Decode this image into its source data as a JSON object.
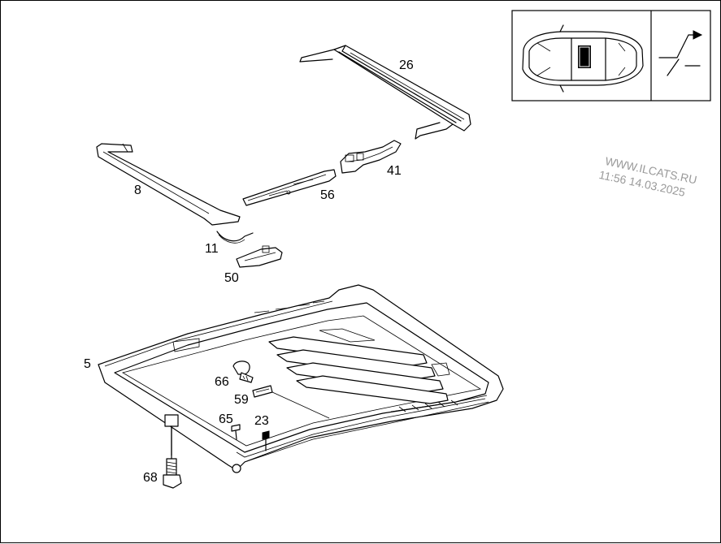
{
  "diagram": {
    "part_callouts": [
      {
        "id": "callout-26",
        "label": "26"
      },
      {
        "id": "callout-41",
        "label": "41"
      },
      {
        "id": "callout-56",
        "label": "56"
      },
      {
        "id": "callout-8",
        "label": "8"
      },
      {
        "id": "callout-11",
        "label": "11"
      },
      {
        "id": "callout-50",
        "label": "50"
      },
      {
        "id": "callout-5",
        "label": "5"
      },
      {
        "id": "callout-66",
        "label": "66"
      },
      {
        "id": "callout-59",
        "label": "59"
      },
      {
        "id": "callout-65",
        "label": "65"
      },
      {
        "id": "callout-23",
        "label": "23"
      },
      {
        "id": "callout-68",
        "label": "68"
      }
    ],
    "watermark": {
      "site": "WWW.ILCATS.RU",
      "timestamp": "11:56 14.03.2025"
    },
    "colors": {
      "line": "#000000",
      "background": "#ffffff",
      "watermark": "#9a9a9a"
    }
  }
}
